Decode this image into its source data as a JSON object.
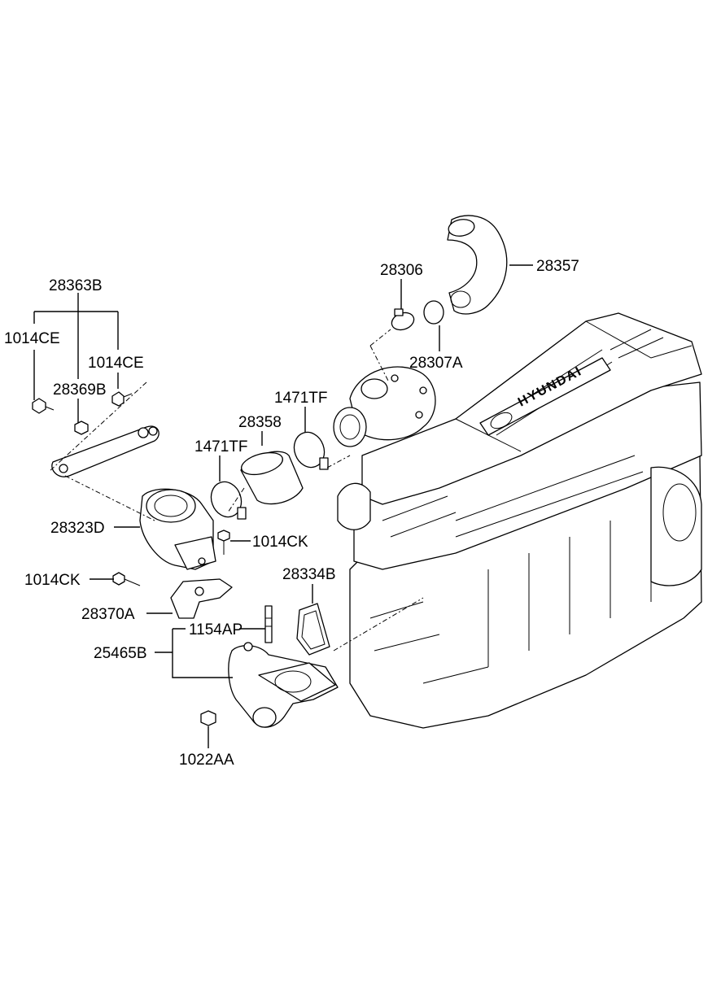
{
  "labels": {
    "p28363B": "28363B",
    "p1014CE_left": "1014CE",
    "p1014CE_right": "1014CE",
    "p28369B": "28369B",
    "p28306": "28306",
    "p28357": "28357",
    "p28307A": "28307A",
    "p1471TF_top": "1471TF",
    "p28358": "28358",
    "p1471TF_left": "1471TF",
    "p28323D": "28323D",
    "p1014CK_right": "1014CK",
    "p1014CK_left": "1014CK",
    "p28334B": "28334B",
    "p28370A": "28370A",
    "p1154AP": "1154AP",
    "p25465B": "25465B",
    "p1022AA": "1022AA"
  },
  "engine_brand": "HYUNDAI"
}
